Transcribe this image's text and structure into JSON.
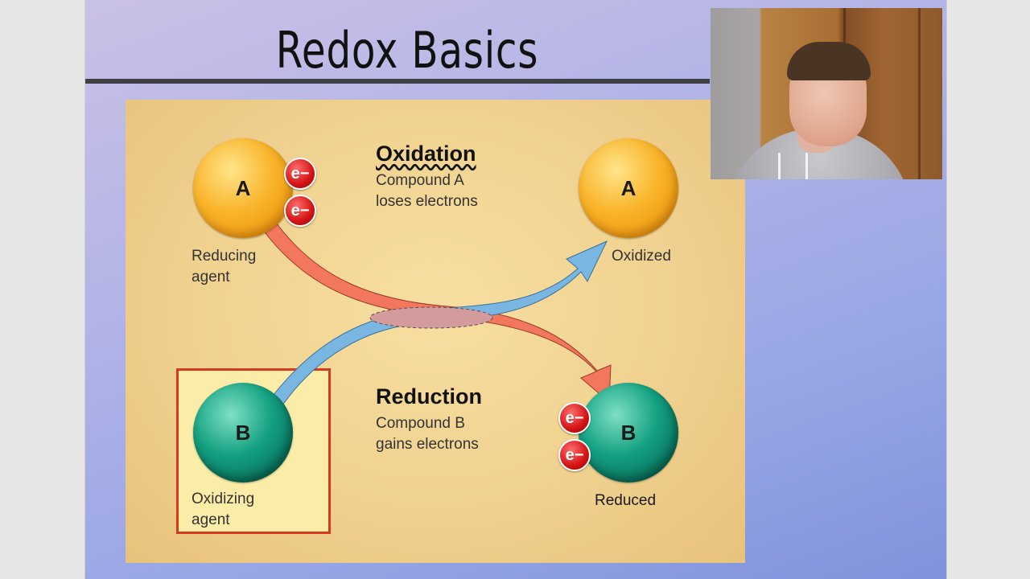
{
  "slide": {
    "title": "Redox Basics"
  },
  "diagram": {
    "top_left": {
      "particle": "A",
      "label": [
        "Reducing",
        "agent"
      ],
      "electrons": [
        "e−",
        "e−"
      ]
    },
    "top_right": {
      "particle": "A",
      "label": "Oxidized"
    },
    "bottom_left": {
      "particle": "B",
      "label": [
        "Oxidizing",
        "agent"
      ]
    },
    "bottom_right": {
      "particle": "B",
      "label": "Reduced",
      "electrons": [
        "e−",
        "e−"
      ]
    },
    "oxidation": {
      "heading": "Oxidation",
      "desc": [
        "Compound A",
        "loses electrons"
      ]
    },
    "reduction": {
      "heading": "Reduction",
      "desc": [
        "Compound B",
        "gains electrons"
      ]
    }
  },
  "colors": {
    "particle_a": "#f9b52c",
    "particle_b": "#13a080",
    "electron": "#d11414",
    "arrow_electron_flow": "#f3775f",
    "arrow_blue": "#79b7e2",
    "highlight_box_border": "#d43b1e"
  },
  "webcam": {
    "icon": "presenter-video"
  }
}
